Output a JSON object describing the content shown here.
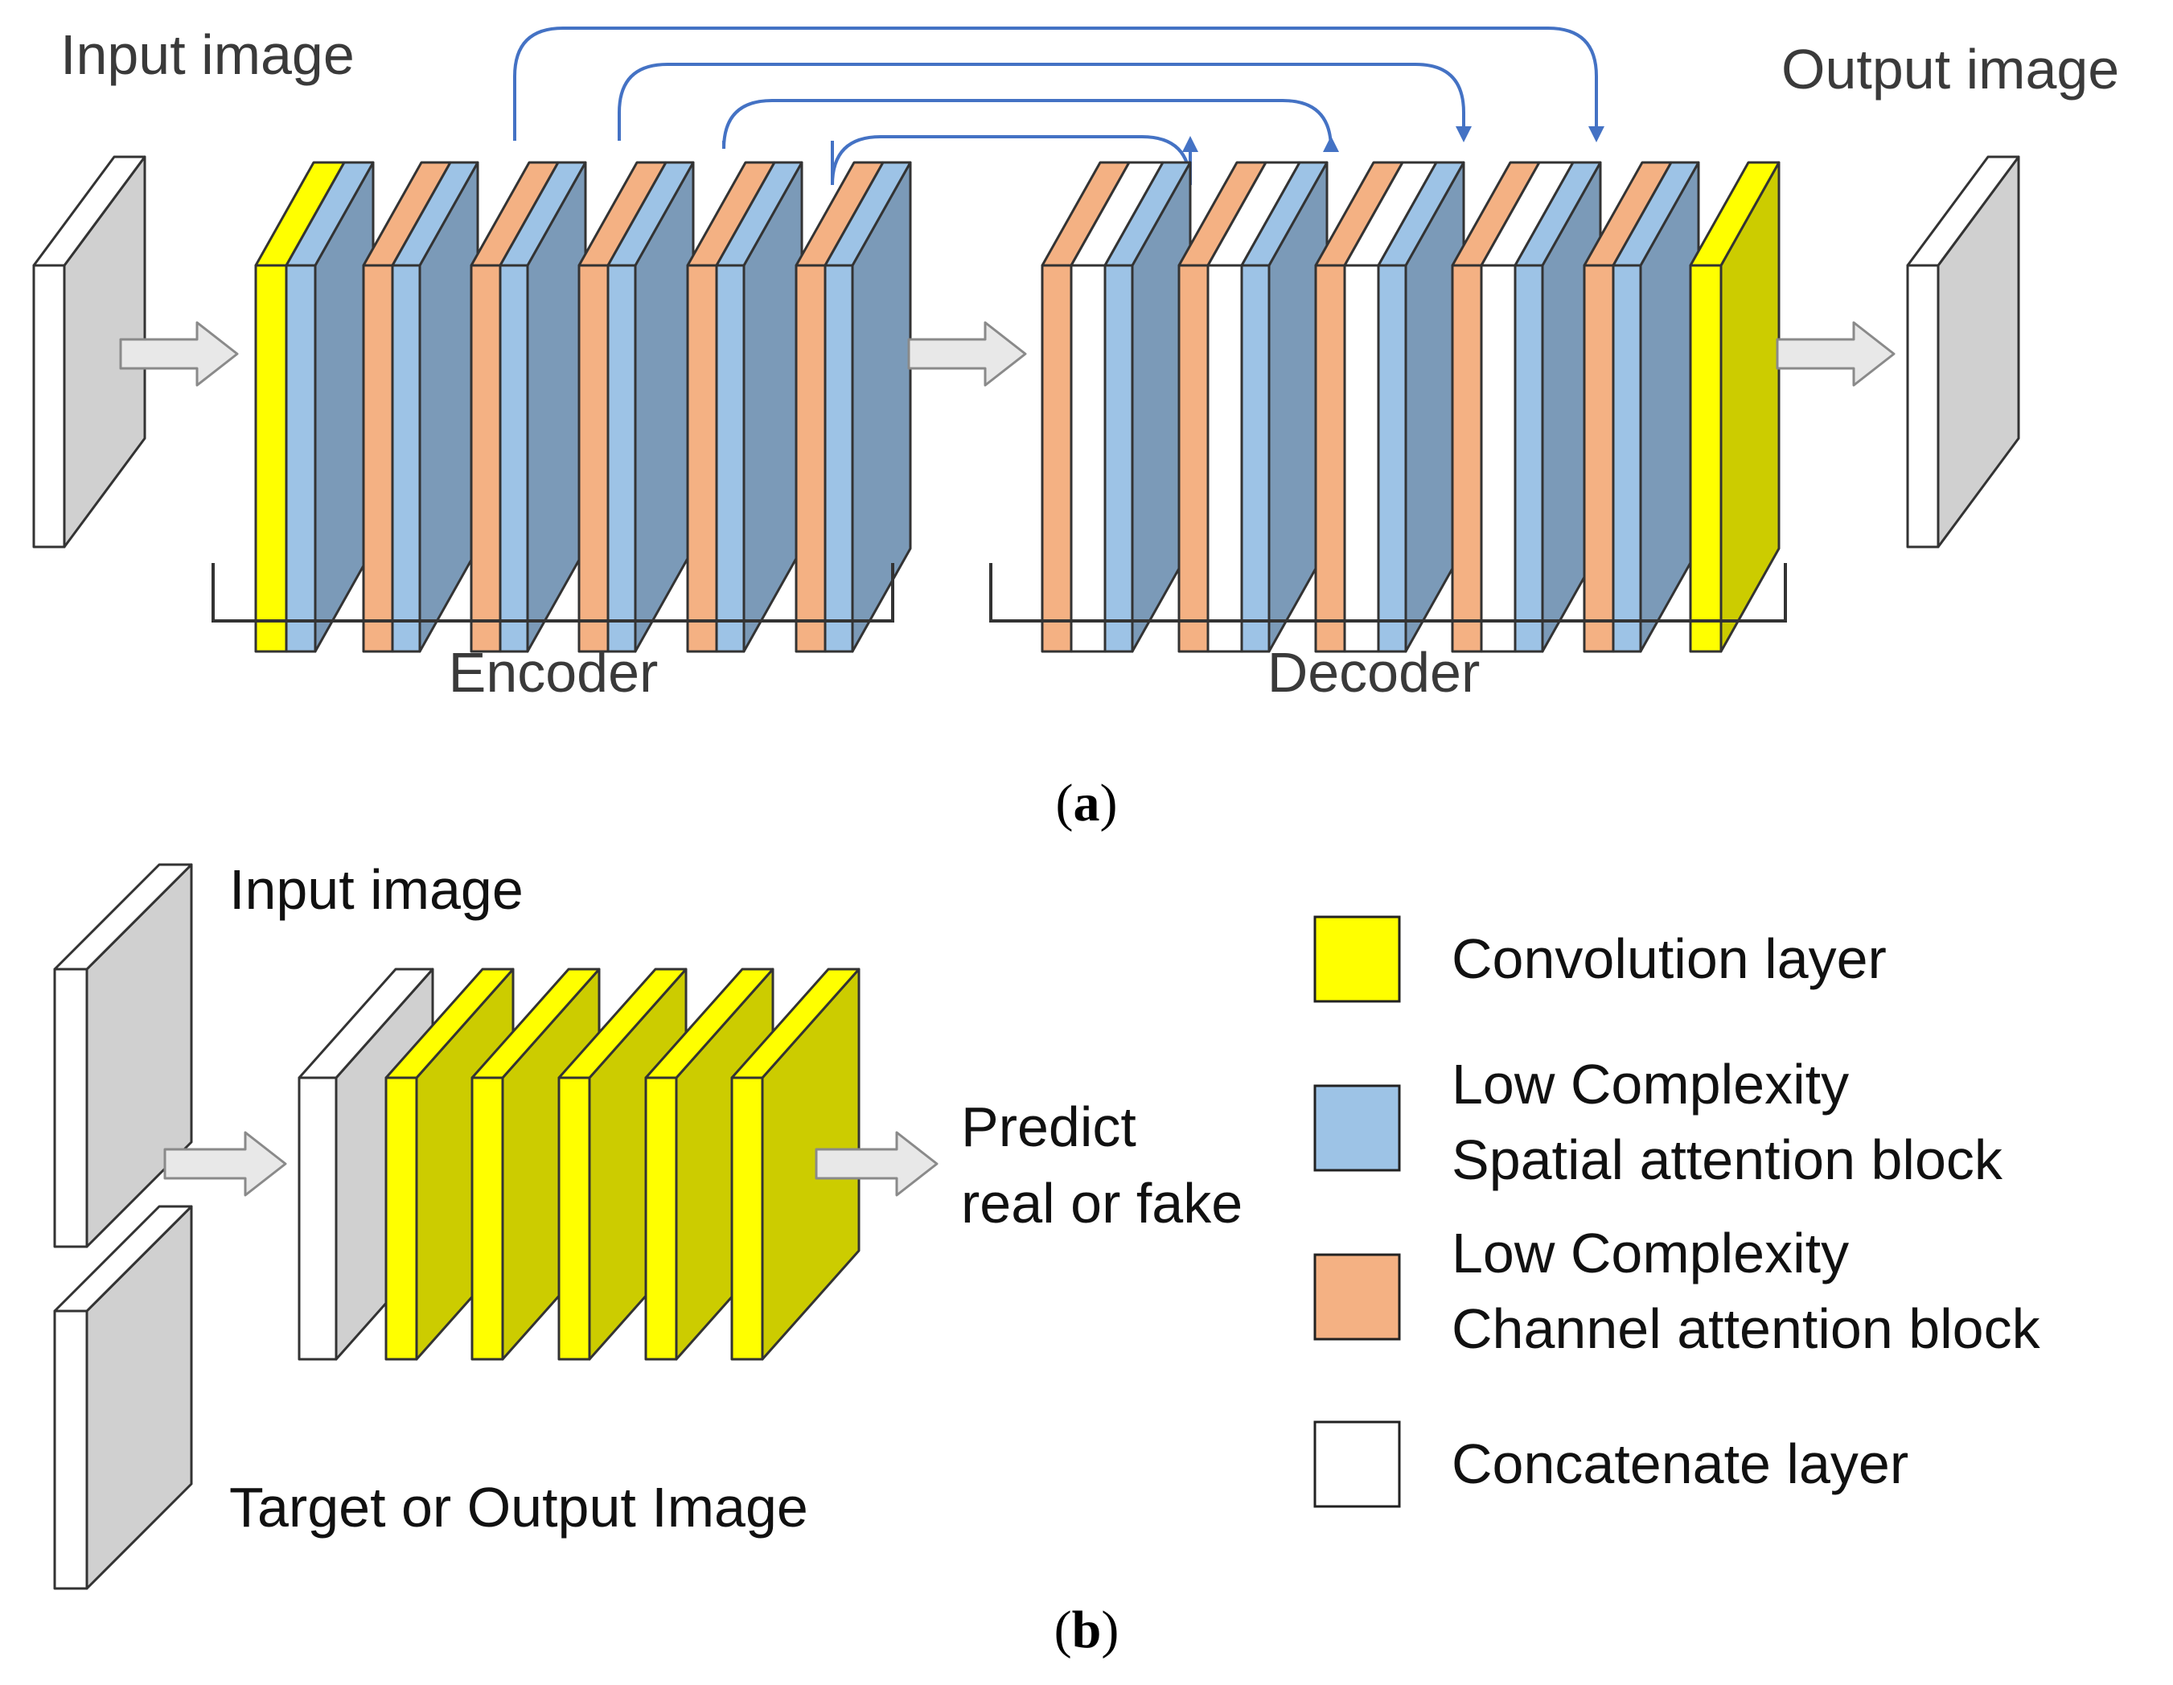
{
  "panel_a": {
    "input_label": "Input image",
    "output_label": "Output image",
    "encoder_label": "Encoder",
    "decoder_label": "Decoder",
    "caption_letter": "a"
  },
  "panel_b": {
    "input_label": "Input image",
    "target_label": "Target or Output Image",
    "predict_line1": "Predict",
    "predict_line2": "real or fake",
    "caption_letter": "b"
  },
  "legend": [
    {
      "key": "conv",
      "lines": [
        "Convolution layer"
      ]
    },
    {
      "key": "spatial",
      "lines": [
        "Low Complexity",
        "Spatial attention block"
      ]
    },
    {
      "key": "channel",
      "lines": [
        "Low Complexity",
        "Channel attention block"
      ]
    },
    {
      "key": "concat",
      "lines": [
        "Concatenate layer"
      ]
    }
  ],
  "colors": {
    "conv": "#ffff00",
    "conv_side": "#cccc00",
    "spatial": "#9dc3e6",
    "spatial_side": "#7b9ab8",
    "channel": "#f4b183",
    "concat": "#ffffff",
    "image_side": "#d0d0d0",
    "skip_arrow": "#4472c4",
    "flow_arrow": "#e8e8e8"
  }
}
